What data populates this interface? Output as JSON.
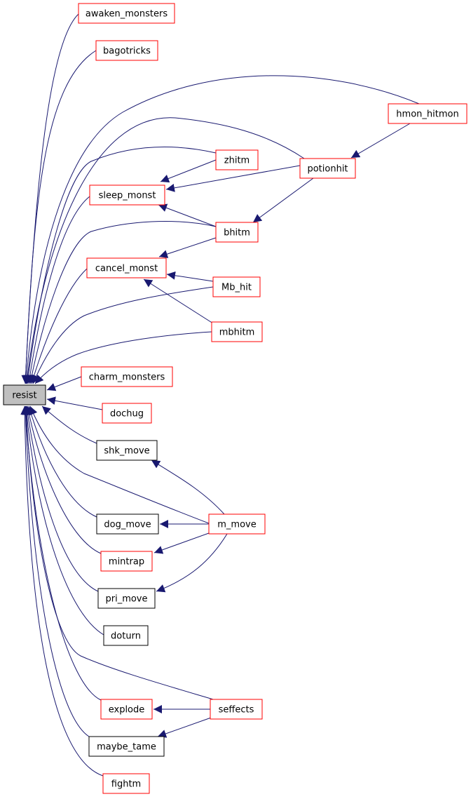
{
  "graph": {
    "colors": {
      "edge": "#191970",
      "arrow": "#191970",
      "focus_fill": "#bfbfbf",
      "focus_border": "#000000",
      "border_red": "#ff0000",
      "border_black": "#000000",
      "node_fill": "#ffffff",
      "text": "#000000"
    },
    "nodes": [
      {
        "id": "resist",
        "label": "resist",
        "style": "focus"
      },
      {
        "id": "awaken_monsters",
        "label": "awaken_monsters",
        "style": "red"
      },
      {
        "id": "bagotricks",
        "label": "bagotricks",
        "style": "red"
      },
      {
        "id": "hmon_hitmon",
        "label": "hmon_hitmon",
        "style": "red"
      },
      {
        "id": "zhitm",
        "label": "zhitm",
        "style": "red"
      },
      {
        "id": "potionhit",
        "label": "potionhit",
        "style": "red"
      },
      {
        "id": "sleep_monst",
        "label": "sleep_monst",
        "style": "red"
      },
      {
        "id": "bhitm",
        "label": "bhitm",
        "style": "red"
      },
      {
        "id": "cancel_monst",
        "label": "cancel_monst",
        "style": "red"
      },
      {
        "id": "Mb_hit",
        "label": "Mb_hit",
        "style": "red"
      },
      {
        "id": "mbhitm",
        "label": "mbhitm",
        "style": "red"
      },
      {
        "id": "charm_monsters",
        "label": "charm_monsters",
        "style": "red"
      },
      {
        "id": "dochug",
        "label": "dochug",
        "style": "red"
      },
      {
        "id": "shk_move",
        "label": "shk_move",
        "style": "black"
      },
      {
        "id": "dog_move",
        "label": "dog_move",
        "style": "black"
      },
      {
        "id": "m_move",
        "label": "m_move",
        "style": "red"
      },
      {
        "id": "mintrap",
        "label": "mintrap",
        "style": "red"
      },
      {
        "id": "pri_move",
        "label": "pri_move",
        "style": "black"
      },
      {
        "id": "doturn",
        "label": "doturn",
        "style": "black"
      },
      {
        "id": "explode",
        "label": "explode",
        "style": "red"
      },
      {
        "id": "seffects",
        "label": "seffects",
        "style": "red"
      },
      {
        "id": "maybe_tame",
        "label": "maybe_tame",
        "style": "black"
      },
      {
        "id": "fightm",
        "label": "fightm",
        "style": "red"
      }
    ],
    "edges": [
      {
        "from": "awaken_monsters",
        "to": "resist"
      },
      {
        "from": "bagotricks",
        "to": "resist"
      },
      {
        "from": "hmon_hitmon",
        "to": "resist"
      },
      {
        "from": "potionhit",
        "to": "resist"
      },
      {
        "from": "zhitm",
        "to": "resist"
      },
      {
        "from": "sleep_monst",
        "to": "resist"
      },
      {
        "from": "bhitm",
        "to": "resist"
      },
      {
        "from": "cancel_monst",
        "to": "resist"
      },
      {
        "from": "Mb_hit",
        "to": "resist"
      },
      {
        "from": "mbhitm",
        "to": "resist"
      },
      {
        "from": "charm_monsters",
        "to": "resist"
      },
      {
        "from": "dochug",
        "to": "resist"
      },
      {
        "from": "shk_move",
        "to": "resist"
      },
      {
        "from": "m_move",
        "to": "resist"
      },
      {
        "from": "dog_move",
        "to": "resist"
      },
      {
        "from": "mintrap",
        "to": "resist"
      },
      {
        "from": "pri_move",
        "to": "resist"
      },
      {
        "from": "doturn",
        "to": "resist"
      },
      {
        "from": "seffects",
        "to": "resist"
      },
      {
        "from": "explode",
        "to": "resist"
      },
      {
        "from": "maybe_tame",
        "to": "resist"
      },
      {
        "from": "fightm",
        "to": "resist"
      },
      {
        "from": "hmon_hitmon",
        "to": "potionhit"
      },
      {
        "from": "zhitm",
        "to": "sleep_monst"
      },
      {
        "from": "potionhit",
        "to": "sleep_monst"
      },
      {
        "from": "bhitm",
        "to": "sleep_monst"
      },
      {
        "from": "potionhit",
        "to": "bhitm"
      },
      {
        "from": "bhitm",
        "to": "cancel_monst"
      },
      {
        "from": "Mb_hit",
        "to": "cancel_monst"
      },
      {
        "from": "mbhitm",
        "to": "cancel_monst"
      },
      {
        "from": "m_move",
        "to": "shk_move"
      },
      {
        "from": "m_move",
        "to": "dog_move"
      },
      {
        "from": "m_move",
        "to": "mintrap"
      },
      {
        "from": "m_move",
        "to": "pri_move"
      },
      {
        "from": "seffects",
        "to": "explode"
      },
      {
        "from": "seffects",
        "to": "maybe_tame"
      }
    ]
  }
}
